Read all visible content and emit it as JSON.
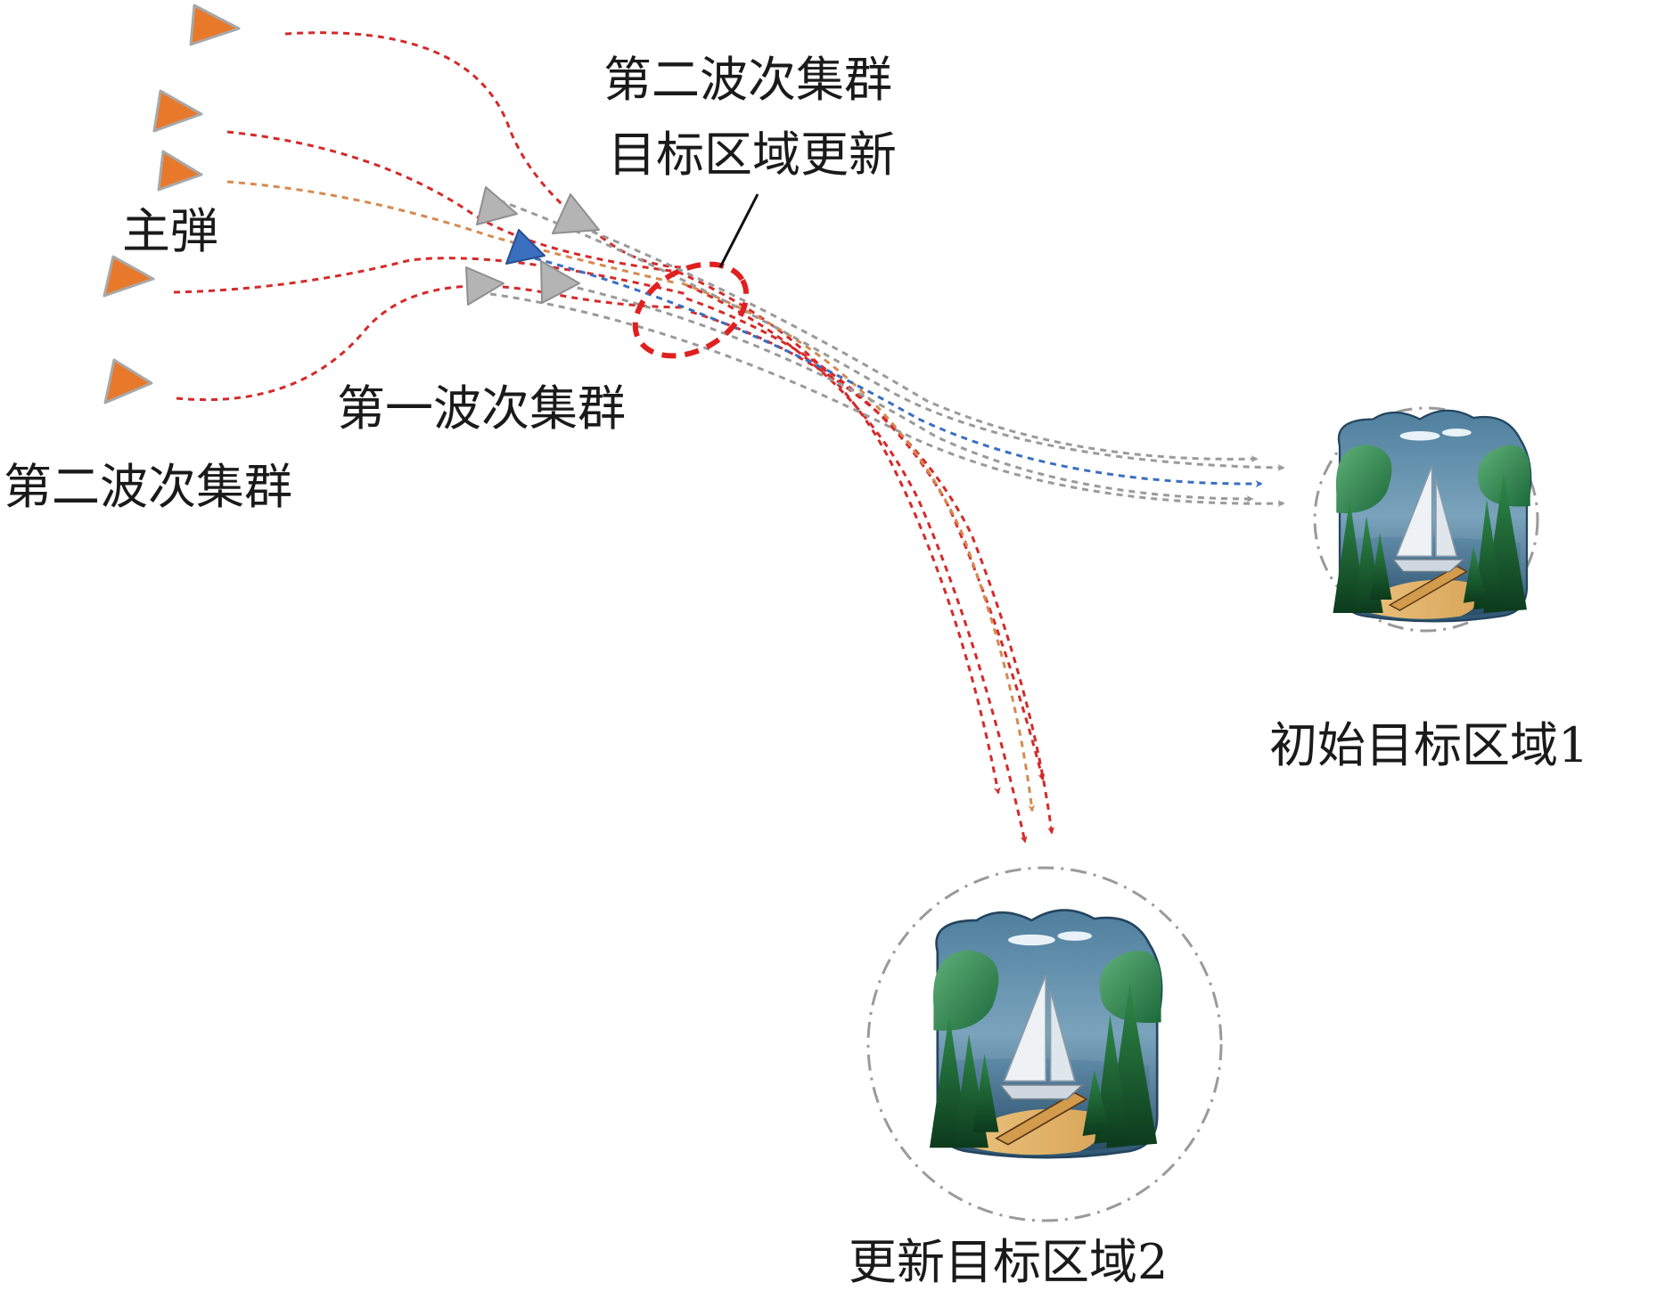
{
  "labels": {
    "main_missile": "主弾",
    "first_wave_cluster": "第一波次集群",
    "second_wave_cluster": "第二波次集群",
    "update_callout_line1": "第二波次集群",
    "update_callout_line2": "目标区域更新",
    "initial_target": "初始目标区域1",
    "updated_target": "更新目标区域2"
  },
  "colors": {
    "second_wave": "#e8792b",
    "first_wave": "#b4b4b4",
    "main_missile": "#3a6fc0",
    "second_wave_path": "#d42a2a",
    "first_wave_path": "#9a9a9a",
    "main_path_to_update": "#d58a50",
    "main_path_to_initial": "#3a6fc0",
    "update_marker": "#e02020",
    "target_ring": "#9a9a9a"
  },
  "icons": {
    "second_wave": "orange-triangle-icon",
    "first_wave": "gray-triangle-icon",
    "main_missile": "blue-triangle-icon",
    "target": "harbor-scene-icon"
  }
}
